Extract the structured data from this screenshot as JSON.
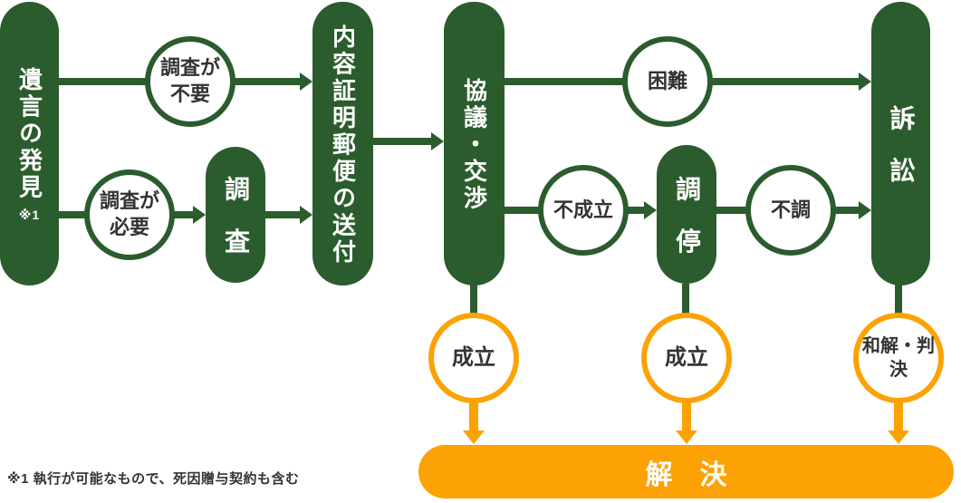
{
  "palette": {
    "green": "#2B5C2D",
    "orange": "#FCA204",
    "ink": "#333333",
    "white": "#FFFFFF"
  },
  "flow": {
    "start": {
      "label": "遺言の発見",
      "footnote_marker": "※1"
    },
    "no_investigation": {
      "label": "調査が不要"
    },
    "investigation_needed": {
      "label": "調査が必要"
    },
    "investigation": {
      "label": "調査"
    },
    "certified_mail": {
      "label": "内容証明郵便の送付"
    },
    "negotiation": {
      "label": "協議・交渉"
    },
    "difficult": {
      "label": "困難"
    },
    "not_concluded": {
      "label": "不成立"
    },
    "mediation": {
      "label": "調停"
    },
    "mediation_failed": {
      "label": "不調"
    },
    "litigation": {
      "label": "訴訟"
    },
    "negotiation_concluded": {
      "label": "成立"
    },
    "mediation_concluded": {
      "label": "成立"
    },
    "settlement_judgment": {
      "label": "和解・判決"
    },
    "resolution": {
      "label": "解決"
    },
    "footnote": "※1 執行が可能なもので、死因贈与契約も含む"
  }
}
